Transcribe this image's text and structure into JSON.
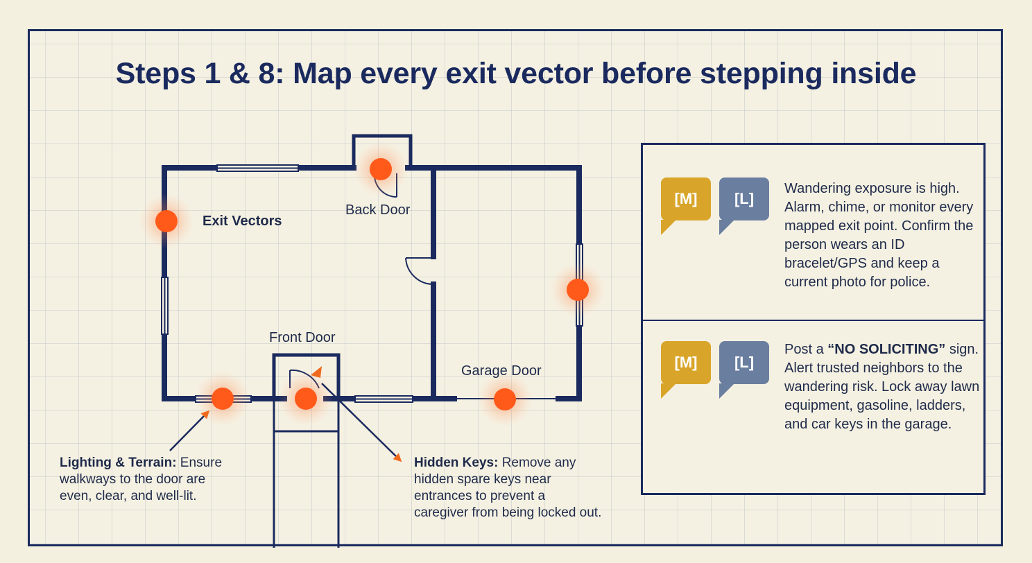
{
  "title": "Steps 1 & 8: Map every exit vector before stepping inside",
  "colors": {
    "ink": "#1a2a5e",
    "exit_marker": "#ff5a1a",
    "arrow": "#f06a1e",
    "badge_m": "#d8a52a",
    "badge_l": "#6a7ea0",
    "background": "#f5f1e2"
  },
  "floor_plan": {
    "exit_vectors_label": "Exit Vectors",
    "back_door_label": "Back Door",
    "front_door_label": "Front Door",
    "garage_door_label": "Garage Door"
  },
  "callouts": {
    "lighting": {
      "title": "Lighting & Terrain:",
      "text_1": " Ensure",
      "text_2": "walkways to the door are",
      "text_3": "even, clear, and well-lit."
    },
    "keys": {
      "title": "Hidden Keys:",
      "text_1": " Remove any",
      "text_2": "hidden spare keys near",
      "text_3": "entrances to prevent a",
      "text_4": "caregiver from being locked out."
    }
  },
  "panel": {
    "rows": [
      {
        "badge_m": "[M]",
        "badge_l": "[L]",
        "text": "Wandering exposure is high. Alarm, chime, or monitor every mapped exit point. Confirm the person wears an ID bracelet/GPS and keep a current photo for police."
      },
      {
        "badge_m": "[M]",
        "badge_l": "[L]",
        "text_pre": "Post a ",
        "text_bold": "“NO SOLICITING”",
        "text_post": " sign. Alert trusted neighbors to the wandering risk. Lock away lawn equipment, gasoline, ladders, and car keys in the garage."
      }
    ]
  }
}
